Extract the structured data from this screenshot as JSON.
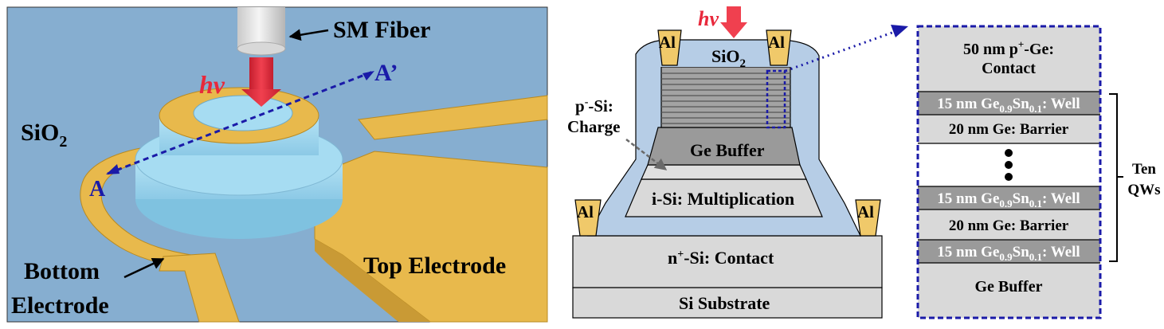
{
  "panel_3d": {
    "fiber_label": "SM Fiber",
    "light_label": "hv",
    "section_start": "A",
    "section_end": "A’",
    "oxide_main": "SiO",
    "oxide_sub": "2",
    "bottom_electrode_line1": "Bottom",
    "bottom_electrode_line2": "Electrode",
    "top_electrode": "Top Electrode"
  },
  "panel_cross": {
    "light_label": "hv",
    "oxide_main": "SiO",
    "oxide_sub": "2",
    "metal": "Al",
    "charge_pre": "p",
    "charge_sup": "-",
    "charge_post": "-Si:",
    "charge_line2": "Charge",
    "ge_buffer": "Ge Buffer",
    "multiplication": "i-Si: Multiplication",
    "contact_pre": "n",
    "contact_sup": "+",
    "contact_post": "-Si: Contact",
    "substrate": "Si Substrate"
  },
  "panel_stack": {
    "top_line1_pre": "50 nm p",
    "top_line1_sup": "+",
    "top_line1_post": "-Ge:",
    "top_line2": "Contact",
    "well_prefix": "15 nm Ge",
    "well_sub1": "0.9",
    "well_mid": "Sn",
    "well_sub2": "0.1",
    "well_suffix": ": Well",
    "barrier": "20 nm Ge: Barrier",
    "bottom": "Ge Buffer",
    "bracket_line1": "Ten",
    "bracket_line2": "QWs"
  },
  "colors": {
    "oxide": "#86aed0",
    "gold": "#e8b94c",
    "gold_dark": "#b88a22",
    "ring_blue": "#a6dcf2",
    "arrow_red": "#e8283b",
    "dash_blue": "#1a1aa8",
    "layer_gray": "#9a9a9a",
    "layer_light": "#d9d9d9"
  }
}
